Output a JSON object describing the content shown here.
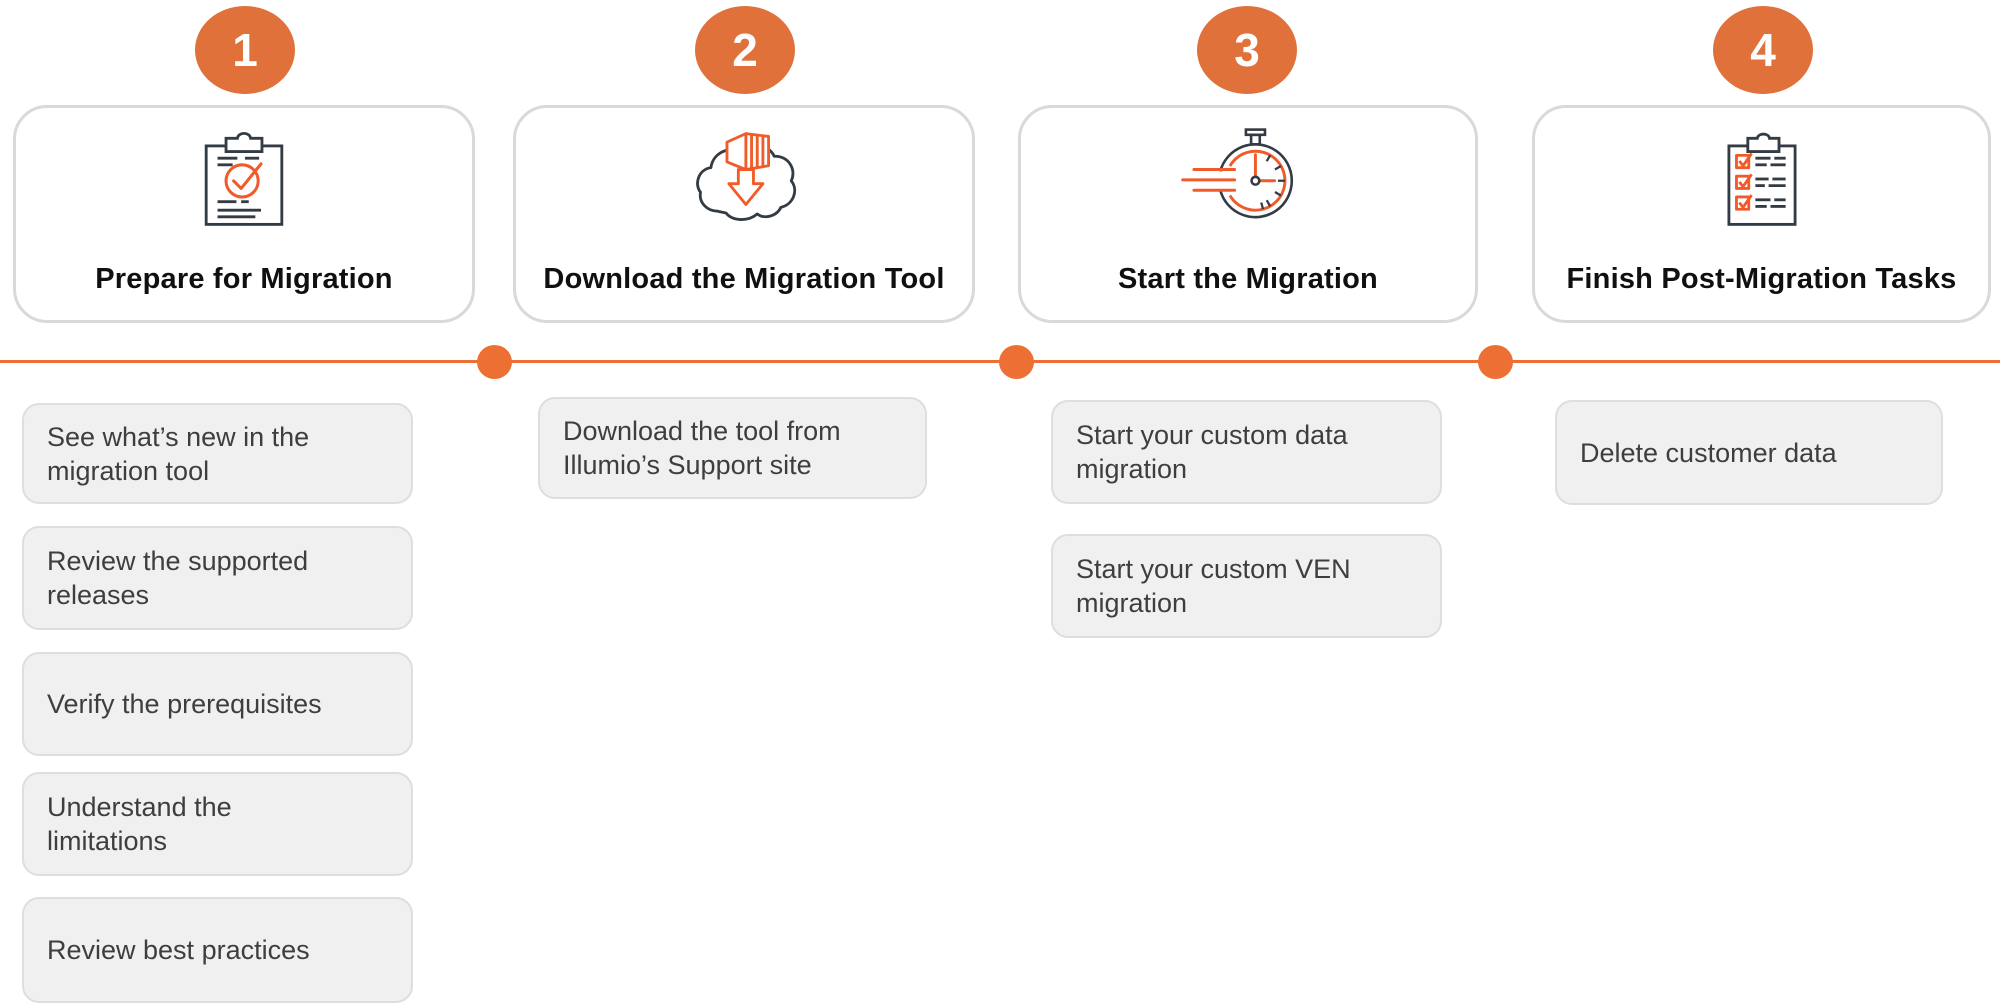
{
  "steps": [
    {
      "number": "1",
      "title": "Prepare for Migration",
      "icon": "clipboard-check-icon",
      "tasks": [
        "See what’s new in the\nmigration tool",
        "Review the supported\nreleases",
        "Verify the prerequisites",
        "Understand the\nlimitations",
        "Review best practices"
      ]
    },
    {
      "number": "2",
      "title": "Download the Migration Tool",
      "icon": "cloud-download-icon",
      "tasks": [
        "Download the tool from\nIllumio’s Support site"
      ]
    },
    {
      "number": "3",
      "title": "Start the Migration",
      "icon": "stopwatch-icon",
      "tasks": [
        "Start your custom data\nmigration",
        "Start your custom VEN\nmigration"
      ]
    },
    {
      "number": "4",
      "title": "Finish Post-Migration Tasks",
      "icon": "checklist-clipboard-icon",
      "tasks": [
        "Delete customer data"
      ]
    }
  ],
  "colors": {
    "accent_circle": "#E0713B",
    "accent_line": "#EC7033",
    "icon_orange": "#F15A29",
    "icon_dark": "#333B44",
    "card_border": "#D9D9D9",
    "task_bg": "#F0F0F0",
    "task_border": "#DEDEDE",
    "task_text": "#3E3E3E",
    "title_text": "#101010"
  }
}
